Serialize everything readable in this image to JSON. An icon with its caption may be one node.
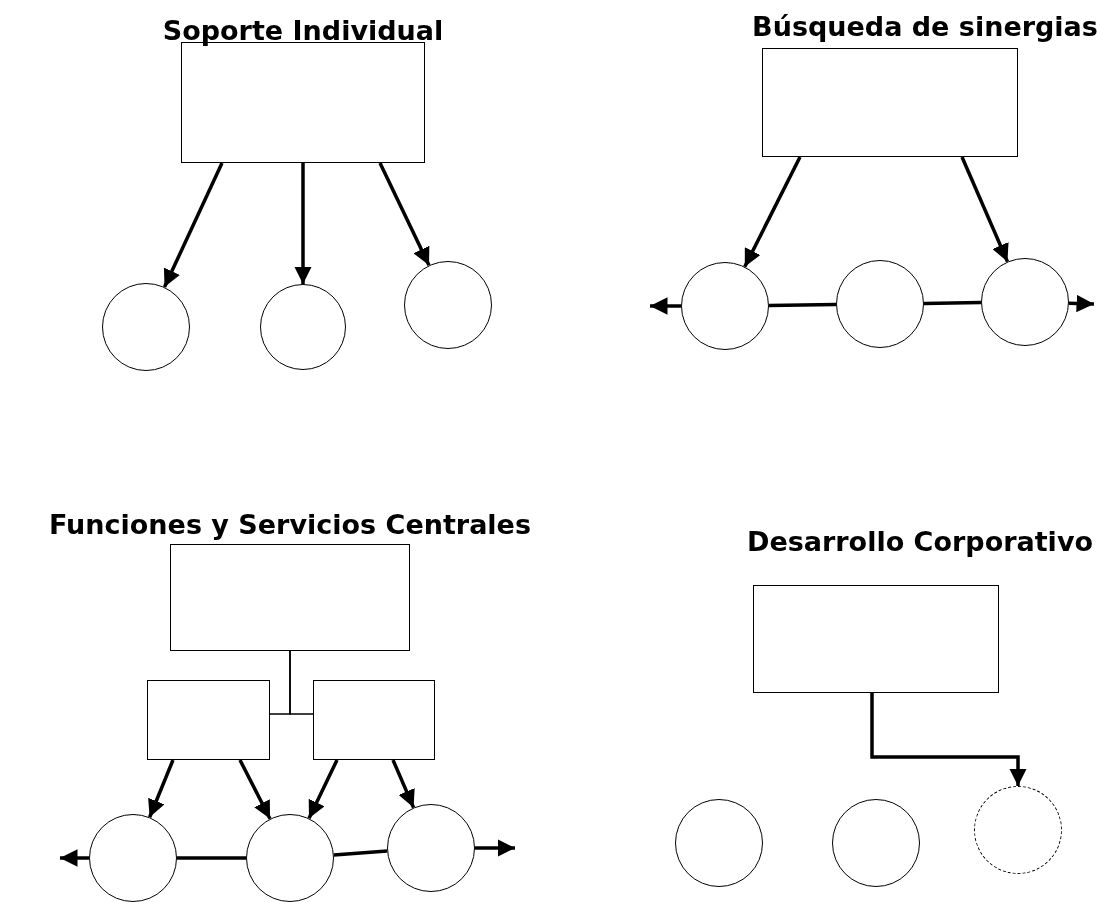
{
  "diagram": {
    "nodes": [
      {
        "text": [],
        "shape": "box",
        "beside": [
          "Soporte Individual"
        ]
      },
      {
        "text": [],
        "shape": "circle"
      },
      {
        "text": [],
        "shape": "circle"
      },
      {
        "text": [],
        "shape": "circle"
      },
      {
        "text": [],
        "shape": "box",
        "beside": [
          "Búsqueda de sinergias"
        ]
      },
      {
        "text": [],
        "shape": "circle"
      },
      {
        "text": [],
        "shape": "circle"
      },
      {
        "text": [],
        "shape": "circle"
      },
      {
        "text": [],
        "shape": "box",
        "beside": [
          "Funciones y Servicios Centrales"
        ]
      },
      {
        "text": [],
        "shape": "box"
      },
      {
        "text": [],
        "shape": "box"
      },
      {
        "text": [],
        "shape": "circle"
      },
      {
        "text": [],
        "shape": "circle"
      },
      {
        "text": [],
        "shape": "circle"
      },
      {
        "text": [],
        "shape": "box",
        "beside": [
          "Desarrollo Corporativo"
        ]
      },
      {
        "text": [],
        "shape": "circle"
      },
      {
        "text": [],
        "shape": "circle"
      },
      {
        "text": [],
        "shape": "circle"
      }
    ],
    "edges": [
      {
        "from": 0,
        "to": 1,
        "arrow": "to"
      },
      {
        "from": 0,
        "to": 2,
        "arrow": "to"
      },
      {
        "from": 0,
        "to": 3,
        "arrow": "to"
      },
      {
        "from": 4,
        "to": 5,
        "arrow": "to"
      },
      {
        "from": 4,
        "to": 7,
        "arrow": "to"
      },
      {
        "from": 5,
        "to": null,
        "arrow": "to"
      },
      {
        "from": 5,
        "to": 6,
        "arrow": "none"
      },
      {
        "from": 6,
        "to": 7,
        "arrow": "none"
      },
      {
        "from": 7,
        "to": null,
        "arrow": "to"
      },
      {
        "from": 8,
        "to": 9,
        "arrow": "none"
      },
      {
        "from": 8,
        "to": 10,
        "arrow": "none"
      },
      {
        "from": 9,
        "to": 11,
        "arrow": "to"
      },
      {
        "from": 9,
        "to": 12,
        "arrow": "to"
      },
      {
        "from": 10,
        "to": 12,
        "arrow": "to"
      },
      {
        "from": 10,
        "to": 13,
        "arrow": "to"
      },
      {
        "from": 11,
        "to": null,
        "arrow": "to"
      },
      {
        "from": 11,
        "to": 12,
        "arrow": "none"
      },
      {
        "from": 12,
        "to": 13,
        "arrow": "none"
      },
      {
        "from": 13,
        "to": null,
        "arrow": "to"
      },
      {
        "from": 14,
        "to": 17,
        "arrow": "to"
      }
    ]
  }
}
